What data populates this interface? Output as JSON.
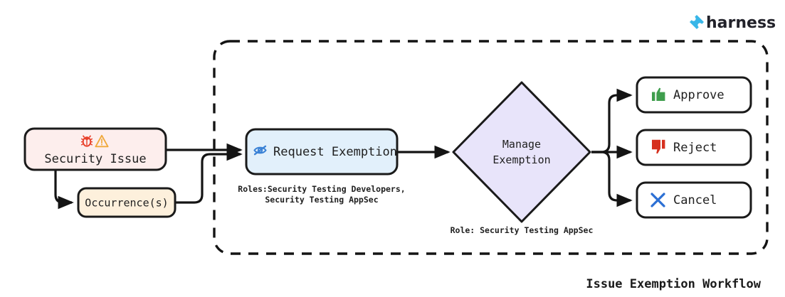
{
  "brand": {
    "name": "harness",
    "logo_icon": "harness-diamond-logo-icon",
    "color": "#38b6e8"
  },
  "diagram": {
    "title": "Issue Exemption Workflow",
    "group_container": {
      "name": "exemption-workflow-group",
      "style": "dashed"
    },
    "nodes": [
      {
        "id": "security-issue",
        "label": "Security Issue",
        "shape": "rounded-rect",
        "fill": "#fdeeed",
        "stroke": "#1a1a1a",
        "icons": [
          "bug-icon",
          "warning-triangle-icon"
        ],
        "icon_colors": [
          "#e8402a",
          "#f0a93c"
        ]
      },
      {
        "id": "occurrences",
        "label": "Occurrence(s)",
        "shape": "rounded-rect",
        "fill": "#fdf0dc",
        "stroke": "#1a1a1a",
        "icons": [],
        "icon_colors": []
      },
      {
        "id": "request-exemption",
        "label": "Request Exemption",
        "shape": "rounded-rect",
        "fill": "#e2f0fb",
        "stroke": "#1a1a1a",
        "icons": [
          "eye-slash-icon"
        ],
        "icon_colors": [
          "#3b82d6"
        ]
      },
      {
        "id": "manage-exemption",
        "label_line1": "Manage",
        "label_line2": "Exemption",
        "shape": "diamond",
        "fill": "#e8e4fa",
        "stroke": "#1a1a1a",
        "icons": [],
        "icon_colors": []
      },
      {
        "id": "approve",
        "label": "Approve",
        "shape": "rounded-rect",
        "fill": "#ffffff",
        "stroke": "#1a1a1a",
        "icons": [
          "thumbs-up-icon"
        ],
        "icon_colors": [
          "#3f9e4d"
        ]
      },
      {
        "id": "reject",
        "label": "Reject",
        "shape": "rounded-rect",
        "fill": "#ffffff",
        "stroke": "#1a1a1a",
        "icons": [
          "thumbs-down-icon"
        ],
        "icon_colors": [
          "#d6301e"
        ]
      },
      {
        "id": "cancel",
        "label": "Cancel",
        "shape": "rounded-rect",
        "fill": "#ffffff",
        "stroke": "#1a1a1a",
        "icons": [
          "x-cross-icon"
        ],
        "icon_colors": [
          "#2b6fd4"
        ]
      }
    ],
    "captions": [
      {
        "id": "request-exemption-roles",
        "line1": "Roles:Security Testing Developers,",
        "line2": "Security Testing AppSec"
      },
      {
        "id": "manage-exemption-role",
        "line1": "Role: Security Testing AppSec",
        "line2": ""
      }
    ],
    "edges": [
      {
        "from": "security-issue",
        "to": "request-exemption"
      },
      {
        "from": "security-issue",
        "to": "occurrences"
      },
      {
        "from": "occurrences",
        "to": "request-exemption"
      },
      {
        "from": "request-exemption",
        "to": "manage-exemption"
      },
      {
        "from": "manage-exemption",
        "to": "approve"
      },
      {
        "from": "manage-exemption",
        "to": "reject"
      },
      {
        "from": "manage-exemption",
        "to": "cancel"
      }
    ]
  }
}
